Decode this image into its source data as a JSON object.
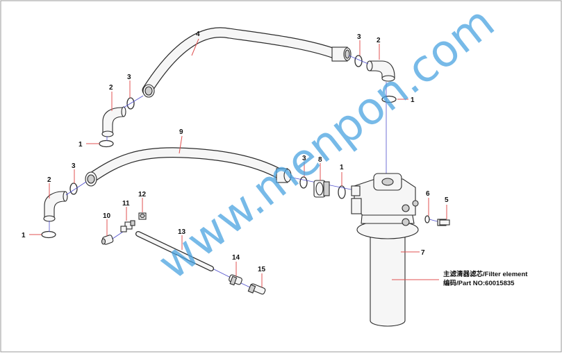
{
  "diagram": {
    "callouts": {
      "c1a": "1",
      "c1b": "1",
      "c1c": "1",
      "c1d": "1",
      "c2a": "2",
      "c2b": "2",
      "c2c": "2",
      "c3a": "3",
      "c3b": "3",
      "c3c": "3",
      "c3d": "3",
      "c4": "4",
      "c5": "5",
      "c6": "6",
      "c7": "7",
      "c8": "8",
      "c9": "9",
      "c10": "10",
      "c11": "11",
      "c12": "12",
      "c13": "13",
      "c14": "14",
      "c15": "15"
    },
    "filter_note": {
      "line1": "主滤清器滤芯/Filter element",
      "line2": "编码/Part NO:60015835"
    },
    "watermark": "www.menpon.com"
  }
}
